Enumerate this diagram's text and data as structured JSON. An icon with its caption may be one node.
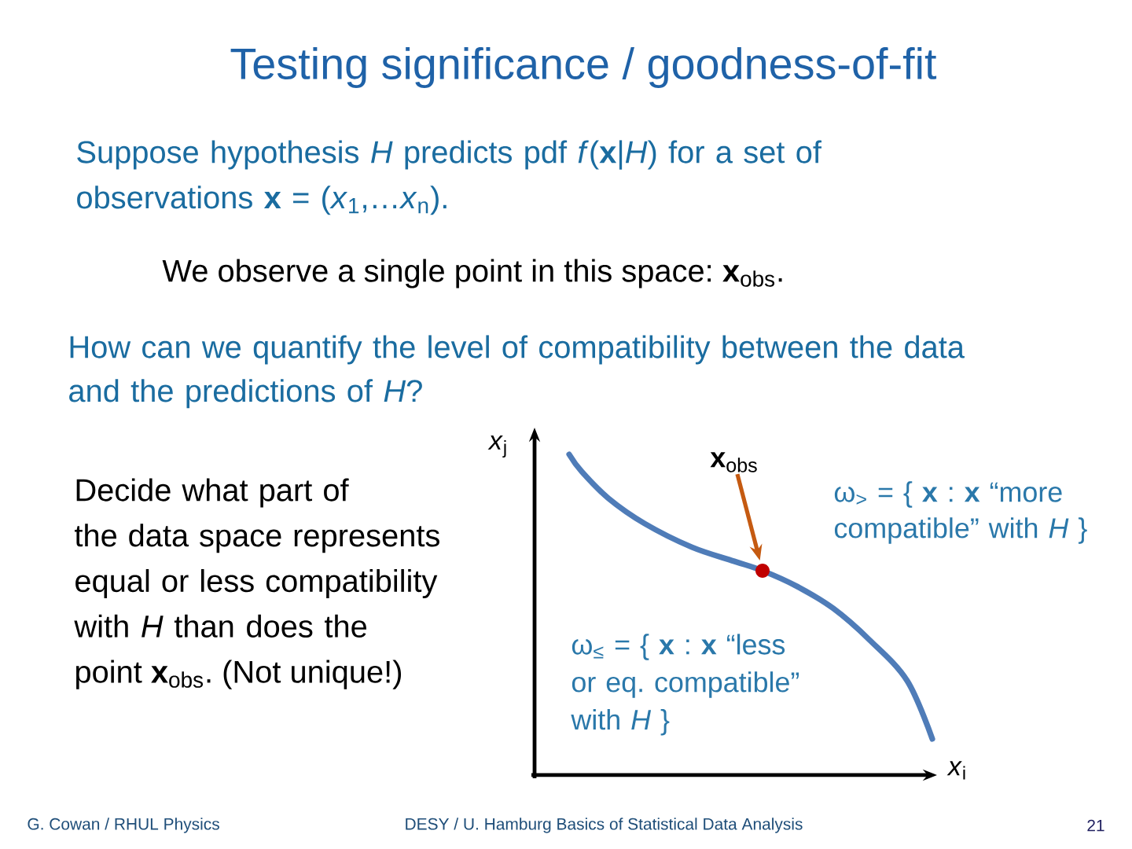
{
  "diagram": {
    "title": "Testing significance / goodness-of-fit",
    "nodes": [
      {
        "text": [
          "**x**$_{obs}$"
        ]
      },
      {
        "text": [],
        "shape": "circle"
      }
    ],
    "edges": [
      {
        "from": 0,
        "to": 1,
        "arrow": "to",
        "color": "#c55a11"
      }
    ],
    "labels": [
      "Suppose hypothesis *H* predicts pdf *f*(**x**|*H*) for a set of observations **x** = (*x*$_{1}$,…*x*$_{n}$).",
      "We observe a single point in this space: **x**$_{obs}$.",
      "How can we quantify the level of compatibility between the data and the predictions of *H*?",
      "Decide what part of the data space represents equal or less compatibility with *H* than does the point **x**$_{obs}$. (Not unique!)",
      "*x*$_{j}$",
      "ω$_{>}$ = { **x** : **x** “more compatible” with *H* }",
      "ω$_{≤}$ = { **x** : **x** “less or eq. compatible” with *H* }",
      "*x*$_{i}$",
      "G. Cowan / RHUL Physics",
      "DESY / U. Hamburg Basics of Statistical Data Analysis",
      "21"
    ]
  }
}
